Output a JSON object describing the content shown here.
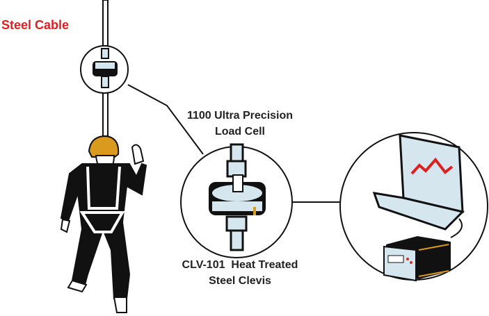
{
  "labels": {
    "cable": "Steel Cable",
    "load_cell_line1": "1100 Ultra Precision",
    "load_cell_line2": "Load Cell",
    "clevis_line1": "CLV-101  Heat Treated",
    "clevis_line2": "Steel Clevis"
  },
  "colors": {
    "cable_label": "#e02020",
    "accent": "#d99a1e",
    "metal": "#d6e6ee",
    "trend": "#e02020"
  }
}
